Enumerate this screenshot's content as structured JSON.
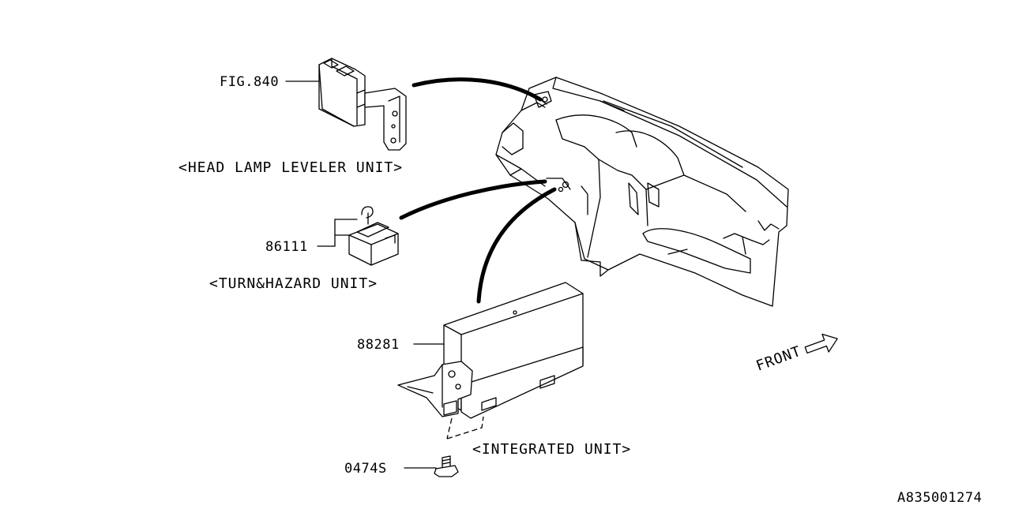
{
  "callouts": {
    "fig": "FIG.840",
    "turn_part": "86111",
    "integrated_part": "88281",
    "screw_part": "0474S"
  },
  "captions": {
    "head_lamp": "<HEAD LAMP LEVELER  UNIT>",
    "turn_hazard": "<TURN&HAZARD UNIT>",
    "integrated": "<INTEGRATED  UNIT>"
  },
  "direction": "FRONT",
  "diagram_id": "A835001274"
}
